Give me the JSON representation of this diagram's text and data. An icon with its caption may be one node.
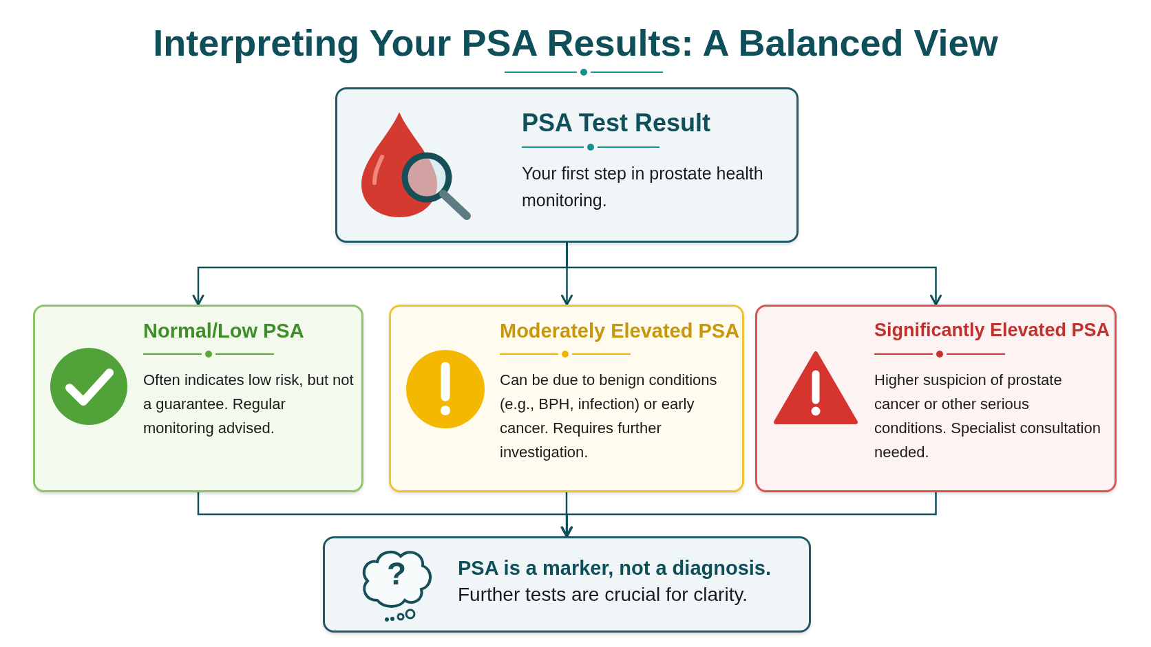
{
  "diagram": {
    "title": "Interpreting Your PSA Results: A Balanced View",
    "nodes": [
      {
        "text": [
          "PSA Test Result",
          "Your first step in prostate health monitoring."
        ]
      },
      {
        "text": [
          "Normal/Low PSA",
          "Often indicates low risk, but not a guarantee. Regular monitoring advised."
        ]
      },
      {
        "text": [
          "Moderately Elevated PSA",
          "Can be due to benign conditions (e.g., BPH, infection) or early cancer. Requires further investigation."
        ]
      },
      {
        "text": [
          "Significantly Elevated PSA",
          "Higher suspicion of prostate cancer or other serious conditions. Specialist consultation needed."
        ]
      },
      {
        "text": [
          "PSA is a marker, not a diagnosis.",
          "Further tests are crucial for clarity."
        ]
      }
    ],
    "edges": [
      {
        "from": 0,
        "to": 1,
        "arrow": "to"
      },
      {
        "from": 0,
        "to": 2,
        "arrow": "to"
      },
      {
        "from": 0,
        "to": 3,
        "arrow": "to"
      },
      {
        "from": 1,
        "to": 4,
        "arrow": "to"
      },
      {
        "from": 2,
        "to": 4,
        "arrow": "to"
      },
      {
        "from": 3,
        "to": 4,
        "arrow": "to"
      }
    ],
    "labels": [
      "?"
    ]
  }
}
